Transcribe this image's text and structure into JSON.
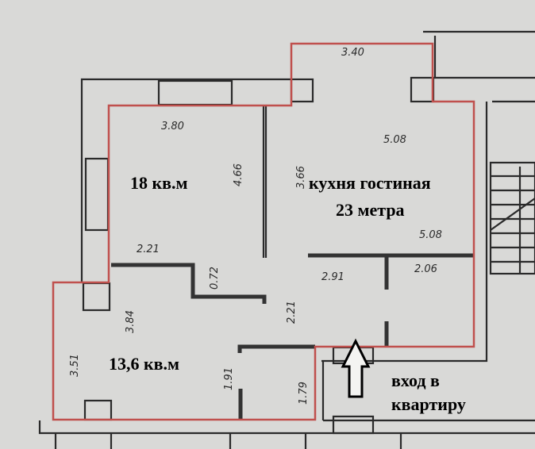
{
  "rooms": {
    "bedroom_large": "18 кв.м",
    "kitchen_living_line1": "кухня гостиная",
    "kitchen_living_line2": "23 метра",
    "bedroom_small": "13,6 кв.м"
  },
  "entrance": {
    "line1": "вход в",
    "line2": "квартиру"
  },
  "dimensions": {
    "top_tower": "3.40",
    "large_width": "3.80",
    "large_depth": "4.66",
    "kitchen_depth": "3.66",
    "kitchen_width_top": "5.08",
    "kitchen_width_mid": "5.08",
    "hall_left": "2.21",
    "hall_gap": "0.72",
    "hall_depth": "2.21",
    "corridor": "2.91",
    "bath": "2.06",
    "small_depth": "3.84",
    "small_left": "3.51",
    "closet_a": "1.91",
    "closet_b": "1.79"
  },
  "colors": {
    "outline": "#c0504d",
    "background": "#d9d9d7"
  }
}
